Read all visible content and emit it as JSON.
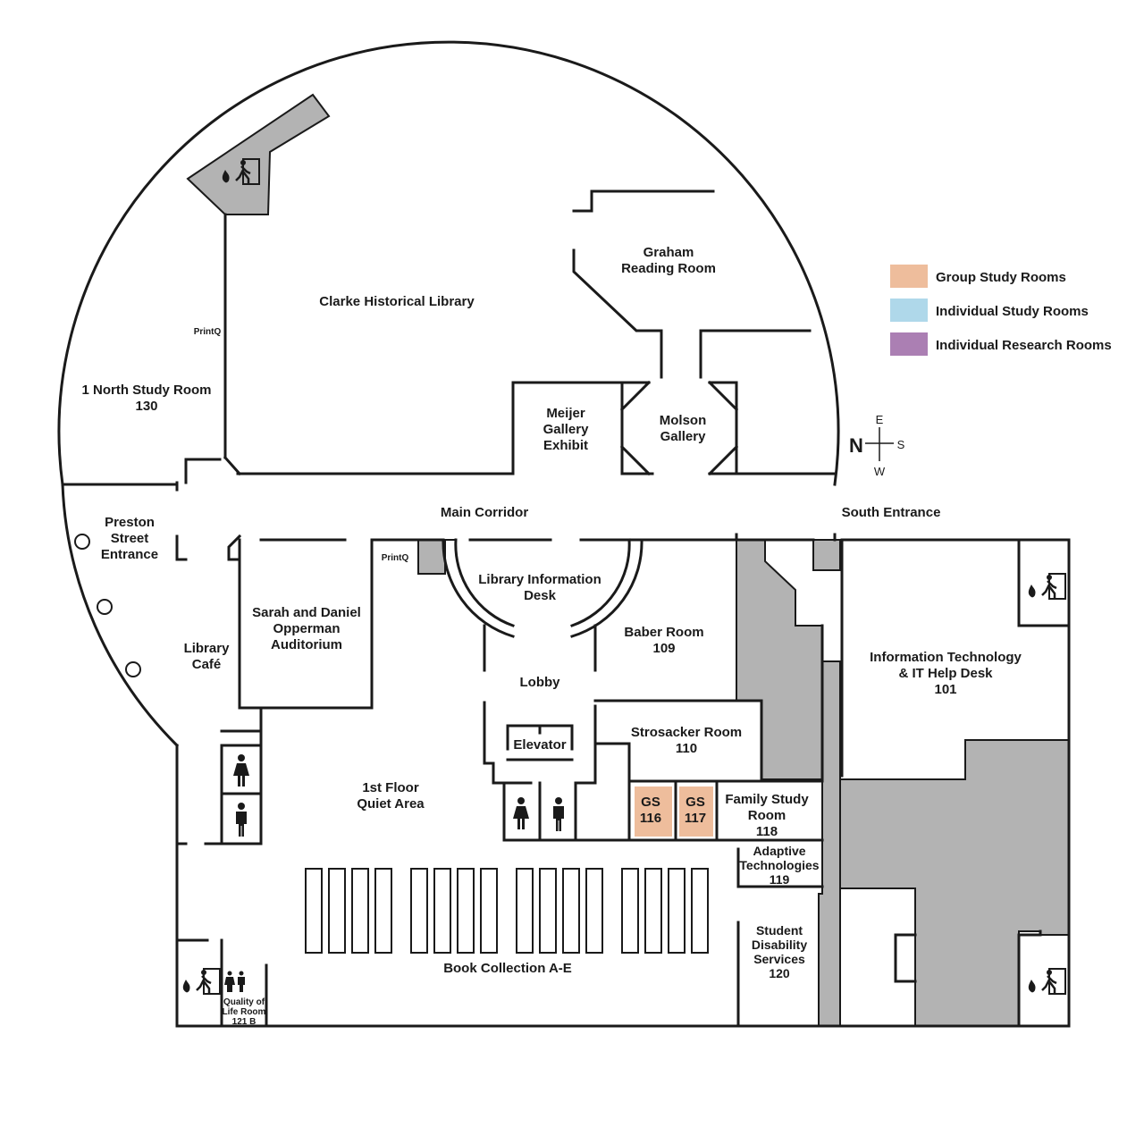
{
  "legend": {
    "items": [
      {
        "label": "Group Study Rooms",
        "color": "#eebd9c"
      },
      {
        "label": "Individual Study Rooms",
        "color": "#afd8ea"
      },
      {
        "label": "Individual Research Rooms",
        "color": "#ab7fb3"
      }
    ]
  },
  "compass": {
    "north": "N",
    "east": "E",
    "south": "S",
    "west": "W"
  },
  "rooms": {
    "clarke": "Clarke Historical Library",
    "graham": [
      "Graham",
      "Reading Room"
    ],
    "north_study": [
      "1 North Study Room",
      "130"
    ],
    "meijer": [
      "Meijer",
      "Gallery",
      "Exhibit"
    ],
    "molson": [
      "Molson",
      "Gallery"
    ],
    "main_corridor": "Main Corridor",
    "south_entrance": "South Entrance",
    "preston": [
      "Preston",
      "Street",
      "Entrance"
    ],
    "cafe": [
      "Library",
      "Café"
    ],
    "auditorium": [
      "Sarah and Daniel",
      "Opperman",
      "Auditorium"
    ],
    "info_desk": [
      "Library Information",
      "Desk"
    ],
    "baber": [
      "Baber Room",
      "109"
    ],
    "it": [
      "Information Technology",
      "& IT Help Desk",
      "101"
    ],
    "lobby": "Lobby",
    "strosacker": [
      "Strosacker Room",
      "110"
    ],
    "elevator": "Elevator",
    "quiet": [
      "1st Floor",
      "Quiet Area"
    ],
    "gs116": [
      "GS",
      "116"
    ],
    "gs117": [
      "GS",
      "117"
    ],
    "family": [
      "Family Study",
      "Room",
      "118"
    ],
    "adaptive": [
      "Adaptive",
      "Technologies",
      "119"
    ],
    "disability": [
      "Student",
      "Disability",
      "Services",
      "120"
    ],
    "book": "Book Collection A-E",
    "quality": [
      "Quality of",
      "Life Room",
      "121 B"
    ],
    "printq": "PrintQ"
  }
}
